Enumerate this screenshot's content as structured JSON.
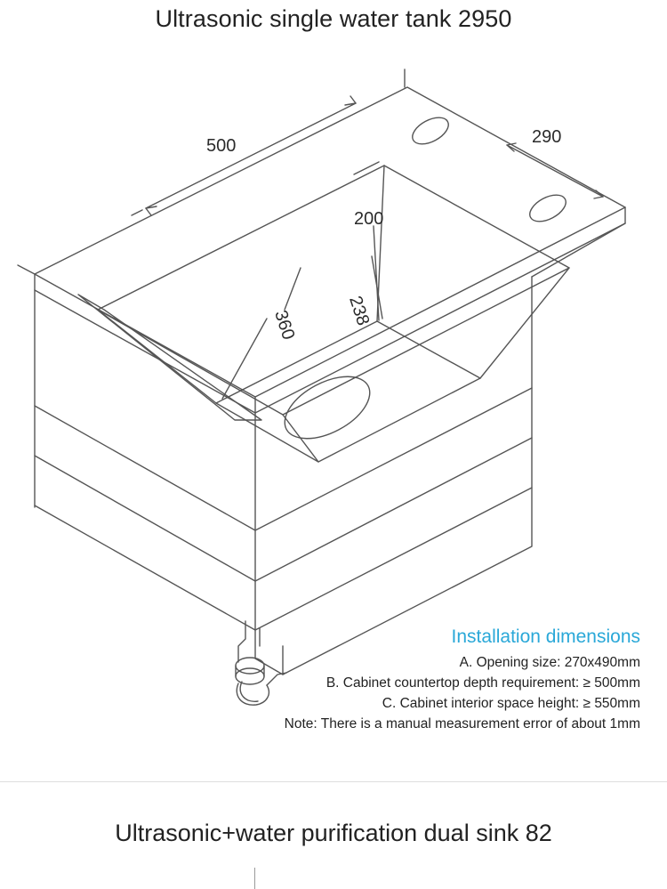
{
  "titles": {
    "top": "Ultrasonic single water tank 2950",
    "bottom": "Ultrasonic+water purification dual sink 82"
  },
  "dimensions": {
    "width_label": "500",
    "depth_label": "290",
    "inner_width_label": "200",
    "inner_depth_label": "238",
    "inner_length_label": "360"
  },
  "installation": {
    "heading": "Installation dimensions",
    "lines": [
      "A. Opening size:  270x490mm",
      "B. Cabinet countertop depth requirement:  ≥ 500mm",
      "C. Cabinet interior space height: ≥ 550mm",
      "Note: There is a manual measurement error of about 1mm"
    ]
  },
  "colors": {
    "accent": "#2aa8d8",
    "line": "#555555",
    "text": "#222222",
    "divider": "#dedede"
  }
}
